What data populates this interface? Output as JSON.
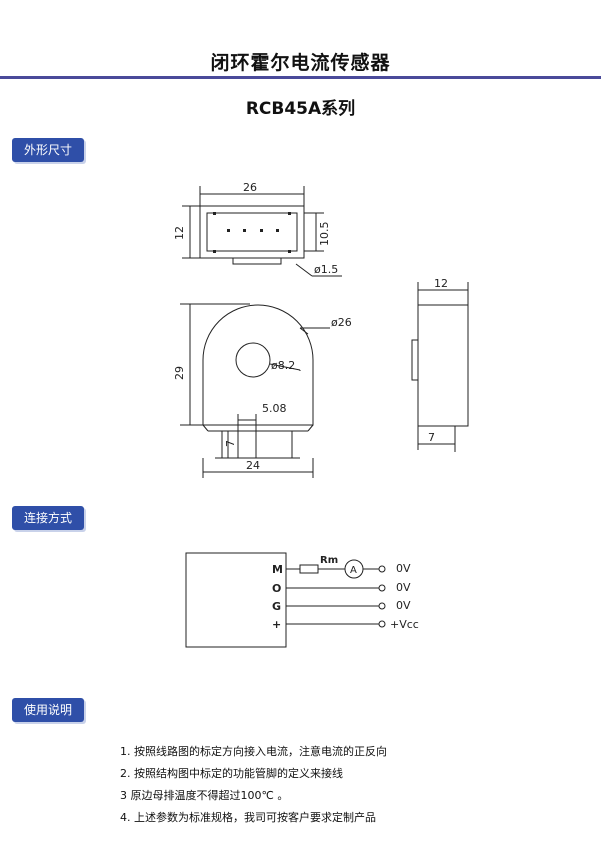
{
  "header": {
    "title": "闭环霍尔电流传感器",
    "series": "RCB45A系列"
  },
  "sections": {
    "dimensions": "外形尺寸",
    "connection": "连接方式",
    "usage": "使用说明"
  },
  "dims": {
    "top_width": "26",
    "top_height": "12",
    "top_inner": "10.5",
    "pin_dia": "ø1.5",
    "side_width": "12",
    "side_pin": "7",
    "outer_dia": "ø26",
    "hole_dia": "ø8.2",
    "height": "29",
    "pitch": "5.08",
    "pin_len": "7",
    "base_width": "24"
  },
  "wiring": {
    "pins": [
      "M",
      "O",
      "G",
      "+"
    ],
    "resistor": "Rm",
    "meter": "A",
    "outputs": [
      "0V",
      "0V",
      "0V",
      "+Vcc"
    ]
  },
  "notes": [
    "1.  按照线路图的标定方向接入电流，注意电流的正反向",
    "2.  按照结构图中标定的功能管脚的定义来接线",
    "3    原边母排温度不得超过100℃  。",
    "4.  上述参数为标准规格，我司可按客户要求定制产品"
  ]
}
